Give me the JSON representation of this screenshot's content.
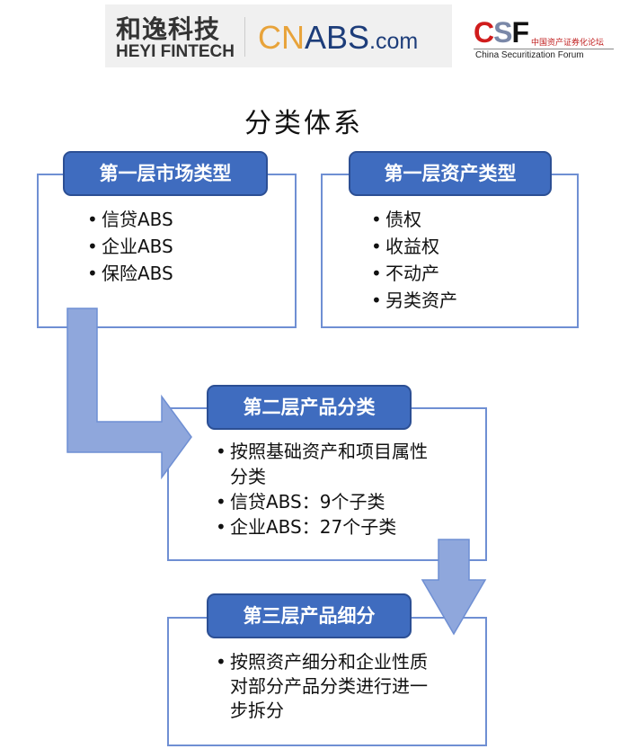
{
  "logos": {
    "heyi_cn": "和逸科技",
    "heyi_en": "HEYI FINTECH",
    "cnabs_cn": "CN",
    "cnabs_abs": "ABS",
    "cnabs_com": ".com",
    "csf_c": "C",
    "csf_s": "S",
    "csf_f": "F",
    "csf_cn": "中国资产证券化论坛",
    "csf_en": "China Securitization Forum"
  },
  "title": "分类体系",
  "boxes": [
    {
      "header": "第一层市场类型",
      "items": [
        "信贷ABS",
        "企业ABS",
        "保险ABS"
      ]
    },
    {
      "header": "第一层资产类型",
      "items": [
        "债权",
        "收益权",
        "不动产",
        "另类资产"
      ]
    },
    {
      "header": "第二层产品分类",
      "items": [
        "按照基础资产和项目属性分类",
        "信贷ABS：9个子类",
        "企业ABS：27个子类"
      ]
    },
    {
      "header": "第三层产品细分",
      "items": [
        "按照资产细分和企业性质对部分产品分类进行进一步拆分"
      ]
    }
  ],
  "colors": {
    "header": "#3f6cbf",
    "border": "#6f8fd3",
    "arrow": "#8fa7dc"
  }
}
